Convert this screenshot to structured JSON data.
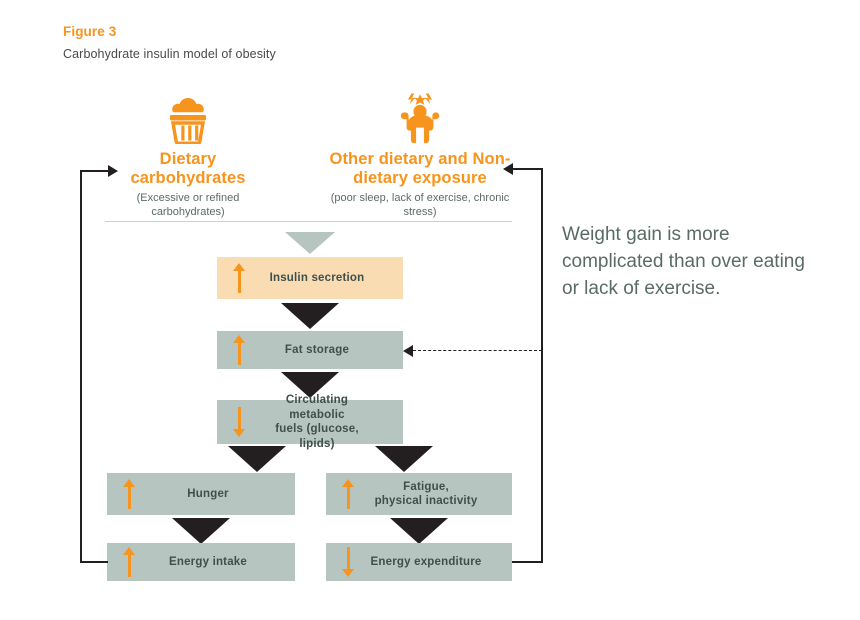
{
  "figure": {
    "label": "Figure 3",
    "title": "Carbohydrate insulin model of obesity"
  },
  "sources": [
    {
      "icon": "cupcake-icon",
      "title": "Dietary\ncarbohydrates",
      "subtitle": "(Excessive or refined\ncarbohydrates)"
    },
    {
      "icon": "stressed-person-icon",
      "title": "Other dietary and\nNon-dietary exposure",
      "subtitle": "(poor sleep, lack of exercise,\nchronic stress)"
    }
  ],
  "flow": {
    "insulin_secretion": {
      "label": "Insulin secretion",
      "trend": "up",
      "color": "#fadcb3"
    },
    "fat_storage": {
      "label": "Fat storage",
      "trend": "up",
      "color": "#b6c5bf"
    },
    "circulating_fuels": {
      "label": "Circulating metabolic\nfuels (glucose, lipids)",
      "trend": "down",
      "color": "#b6c5bf"
    },
    "hunger": {
      "label": "Hunger",
      "trend": "up",
      "color": "#b6c5bf"
    },
    "fatigue": {
      "label": "Fatigue,\nphysical inactivity",
      "trend": "up",
      "color": "#b6c5bf"
    },
    "energy_intake": {
      "label": "Energy intake",
      "trend": "up",
      "color": "#b6c5bf"
    },
    "energy_expenditure": {
      "label": "Energy expenditure",
      "trend": "down",
      "color": "#b6c5bf"
    }
  },
  "quote": {
    "text": "Weight gain is more complicated than over eating or lack of exercise."
  },
  "colors": {
    "accent_orange": "#f7941e",
    "box_green": "#b6c5bf",
    "box_peach": "#fadcb3",
    "text_dark": "#3f4f4a",
    "quote_text": "#5a6b64",
    "line_dark": "#231f20",
    "divider": "#cfcfcf"
  },
  "chart_data": {
    "type": "diagram",
    "title": "Carbohydrate insulin model of obesity",
    "nodes": [
      {
        "id": "dietary_carbohydrates",
        "label": "Dietary carbohydrates",
        "sublabel": "(Excessive or refined carbohydrates)",
        "kind": "source"
      },
      {
        "id": "other_exposure",
        "label": "Other dietary and Non-dietary exposure",
        "sublabel": "(poor sleep, lack of exercise, chronic stress)",
        "kind": "source"
      },
      {
        "id": "insulin_secretion",
        "label": "Insulin secretion",
        "trend": "up"
      },
      {
        "id": "fat_storage",
        "label": "Fat storage",
        "trend": "up"
      },
      {
        "id": "circulating_fuels",
        "label": "Circulating metabolic fuels (glucose, lipids)",
        "trend": "down"
      },
      {
        "id": "hunger",
        "label": "Hunger",
        "trend": "up"
      },
      {
        "id": "fatigue",
        "label": "Fatigue, physical inactivity",
        "trend": "up"
      },
      {
        "id": "energy_intake",
        "label": "Energy intake",
        "trend": "up"
      },
      {
        "id": "energy_expenditure",
        "label": "Energy expenditure",
        "trend": "down"
      }
    ],
    "edges": [
      {
        "from": "dietary_carbohydrates",
        "to": "insulin_secretion",
        "style": "solid-chevron"
      },
      {
        "from": "other_exposure",
        "to": "insulin_secretion",
        "style": "solid-chevron"
      },
      {
        "from": "insulin_secretion",
        "to": "fat_storage",
        "style": "solid-chevron"
      },
      {
        "from": "fat_storage",
        "to": "circulating_fuels",
        "style": "solid-chevron"
      },
      {
        "from": "circulating_fuels",
        "to": "hunger",
        "style": "solid-chevron"
      },
      {
        "from": "circulating_fuels",
        "to": "fatigue",
        "style": "solid-chevron"
      },
      {
        "from": "hunger",
        "to": "energy_intake",
        "style": "solid-chevron"
      },
      {
        "from": "fatigue",
        "to": "energy_expenditure",
        "style": "solid-chevron"
      },
      {
        "from": "energy_intake",
        "to": "dietary_carbohydrates",
        "style": "feedback-line"
      },
      {
        "from": "energy_expenditure",
        "to": "other_exposure",
        "style": "feedback-line"
      },
      {
        "from": "energy_expenditure",
        "to": "fat_storage",
        "style": "dashed-line"
      }
    ]
  }
}
